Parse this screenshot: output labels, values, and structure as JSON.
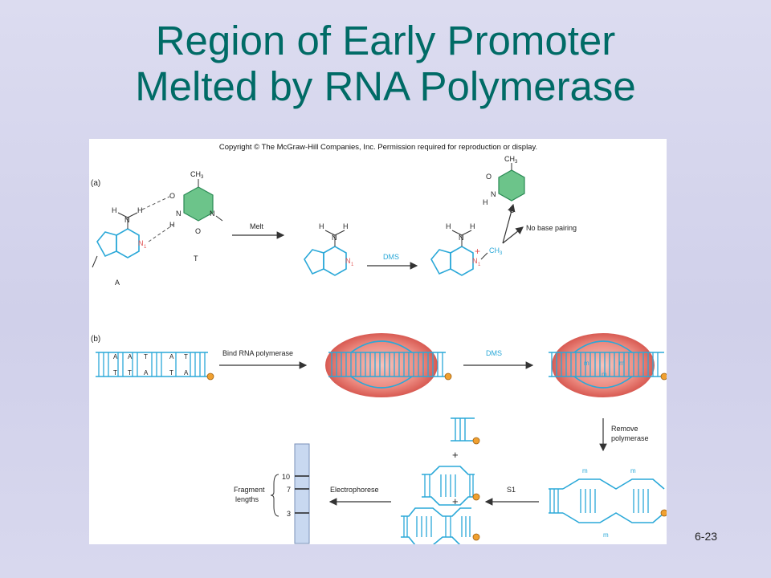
{
  "slide": {
    "title_line1": "Region of Early Promoter",
    "title_line2": "Melted by RNA Polymerase",
    "slide_number": "6-23"
  },
  "figure": {
    "copyright": "Copyright © The McGraw-Hill Companies, Inc. Permission required for reproduction or display.",
    "panel_a": {
      "label": "(a)",
      "adenine_label": "A",
      "thymine_label": "T",
      "melt_label": "Melt",
      "dms_label": "DMS",
      "no_pairing_label": "No base pairing",
      "h": "H",
      "n": "N",
      "n1": "N",
      "sub1": "1",
      "o": "O",
      "ch3": "CH",
      "ch3_sub": "3",
      "ch3_methyl": "CH",
      "plus": "+"
    },
    "panel_b": {
      "label": "(b)",
      "bind_label": "Bind RNA polymerase",
      "dms_label": "DMS",
      "remove_label_1": "Remove",
      "remove_label_2": "polymerase",
      "s1_label": "S1",
      "electrophorese_label": "Electrophorese",
      "fragment_label_1": "Fragment",
      "fragment_label_2": "lengths",
      "ladder_ticks": [
        "10",
        "7",
        "3"
      ],
      "plus": "+",
      "base_a": "A",
      "base_t": "T",
      "methyl_mark": "m"
    },
    "colors": {
      "dna": "#2aa8d8",
      "polymerase": "#e0605a",
      "polymerase_light": "#f4b0a8",
      "thymine_ring": "#6cc48a",
      "end_dot": "#f0a030",
      "methyl": "#2aa8d8",
      "title": "#006b66"
    }
  }
}
